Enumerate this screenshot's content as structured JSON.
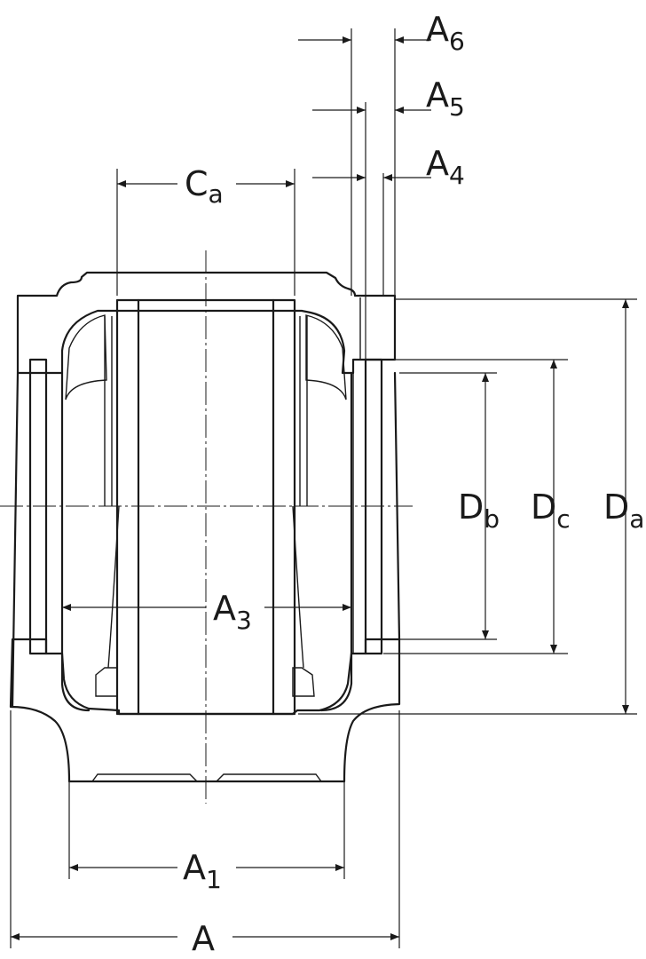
{
  "colors": {
    "fill": "#bfcdf0",
    "line": "#1a1a1a",
    "background": "#ffffff"
  },
  "labels": {
    "A6": {
      "main": "A",
      "sub": "6"
    },
    "A5": {
      "main": "A",
      "sub": "5"
    },
    "A4": {
      "main": "A",
      "sub": "4"
    },
    "Ca": {
      "main": "C",
      "sub": "a"
    },
    "Db": {
      "main": "D",
      "sub": "b"
    },
    "Dc": {
      "main": "D",
      "sub": "c"
    },
    "Da": {
      "main": "D",
      "sub": "a"
    },
    "A3": {
      "main": "A",
      "sub": "3"
    },
    "A1": {
      "main": "A",
      "sub": "1"
    },
    "A": {
      "main": "A"
    }
  }
}
